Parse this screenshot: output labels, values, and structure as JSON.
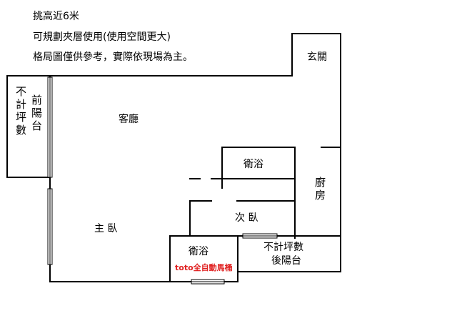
{
  "notes": [
    "挑高近6米",
    "可規劃夾層使用(使用空間更大)",
    "格局圖僅供參考，實際依現場為主。"
  ],
  "rooms": {
    "foyer": "玄關",
    "living_room": "客廳",
    "front_balcony_a": "不計坪數",
    "front_balcony_b": "前陽台",
    "bathroom_upper": "衛浴",
    "kitchen": "廚房",
    "second_bedroom": "次 臥",
    "master_bedroom": "主 臥",
    "bathroom_lower": "衛浴",
    "toilet_note": "toto全自動馬桶",
    "rear_balcony_a": "不計坪數",
    "rear_balcony_b": "後陽台"
  }
}
